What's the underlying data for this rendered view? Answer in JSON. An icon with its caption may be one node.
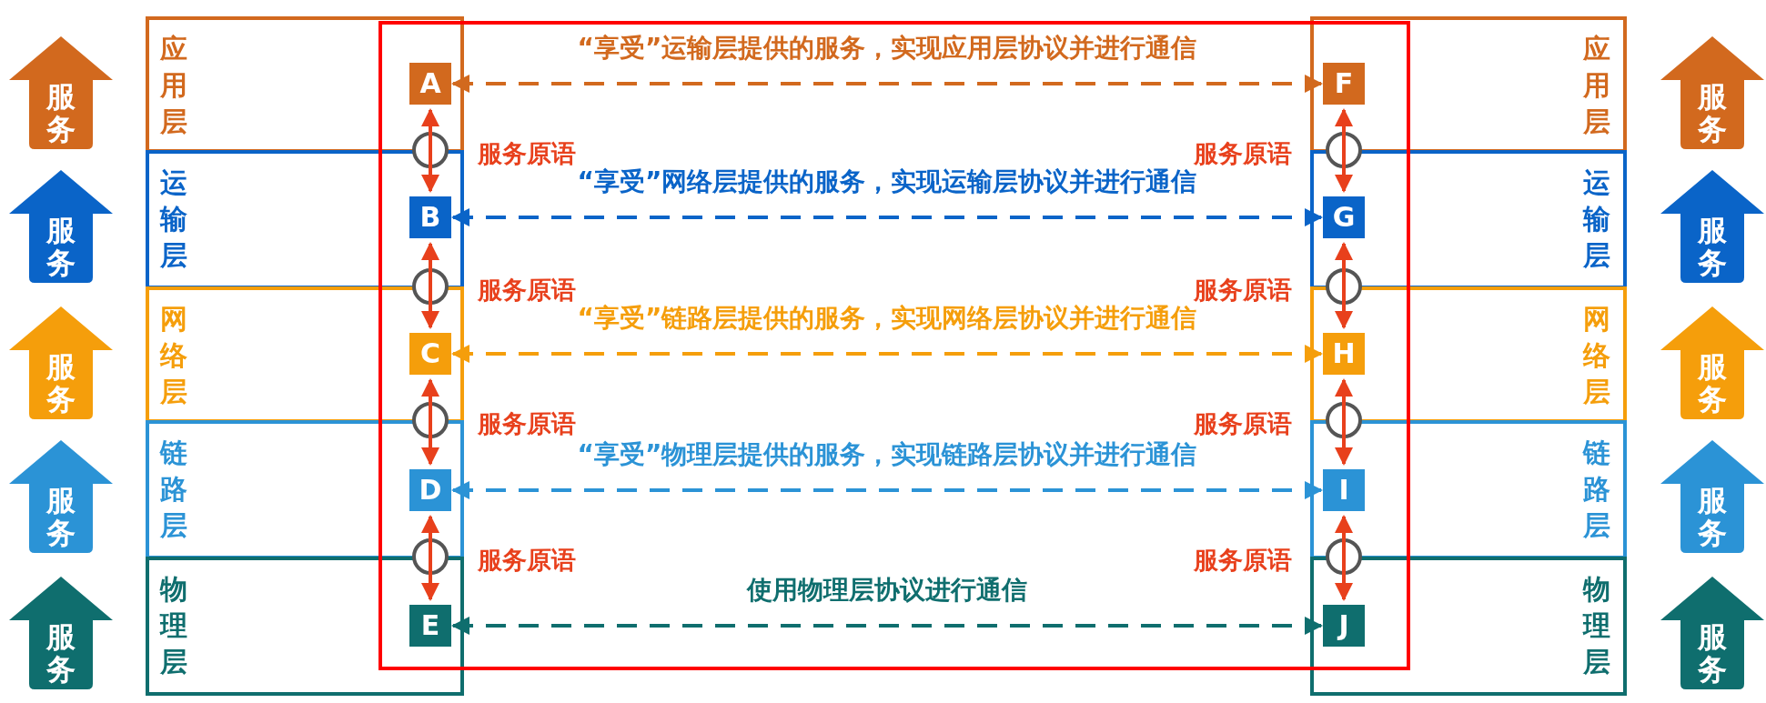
{
  "diagram": {
    "nodes": [
      {
        "text": [
          "服务"
        ]
      },
      {
        "text": [
          "应用层"
        ]
      },
      {
        "text": [
          "A"
        ],
        "in": 1
      },
      {
        "text": [
          "应用层"
        ]
      },
      {
        "text": [
          "F"
        ],
        "in": 3
      },
      {
        "text": [
          "服务"
        ]
      },
      {
        "text": [
          "服务"
        ]
      },
      {
        "text": [
          "运输层"
        ]
      },
      {
        "text": [
          "B"
        ],
        "in": 7
      },
      {
        "text": [
          "运输层"
        ]
      },
      {
        "text": [
          "G"
        ],
        "in": 9
      },
      {
        "text": [
          "服务"
        ]
      },
      {
        "text": [
          "服务"
        ]
      },
      {
        "text": [
          "网络层"
        ]
      },
      {
        "text": [
          "C"
        ],
        "in": 13
      },
      {
        "text": [
          "网络层"
        ]
      },
      {
        "text": [
          "H"
        ],
        "in": 15
      },
      {
        "text": [
          "服务"
        ]
      },
      {
        "text": [
          "服务"
        ]
      },
      {
        "text": [
          "链路层"
        ]
      },
      {
        "text": [
          "D"
        ],
        "in": 19
      },
      {
        "text": [
          "链路层"
        ]
      },
      {
        "text": [
          "I"
        ],
        "in": 21
      },
      {
        "text": [
          "服务"
        ]
      },
      {
        "text": [
          "服务"
        ]
      },
      {
        "text": [
          "物理层"
        ]
      },
      {
        "text": [
          "E"
        ],
        "in": 25
      },
      {
        "text": [
          "物理层"
        ]
      },
      {
        "text": [
          "J"
        ],
        "in": 27
      },
      {
        "text": [
          "服务"
        ]
      }
    ],
    "edges": [
      {
        "from": 2,
        "to": 4,
        "arrow": "both",
        "style": "dashed",
        "color": "#d2691e",
        "label": "“享受”运输层提供的服务，实现应用层协议并进行通信"
      },
      {
        "from": 8,
        "to": 10,
        "arrow": "both",
        "style": "dashed",
        "color": "#0a64c8",
        "label": "“享受”网络层提供的服务，实现运输层协议并进行通信"
      },
      {
        "from": 14,
        "to": 16,
        "arrow": "both",
        "style": "dashed",
        "color": "#f59e0b",
        "label": "“享受”链路层提供的服务，实现网络层协议并进行通信"
      },
      {
        "from": 20,
        "to": 22,
        "arrow": "both",
        "style": "dashed",
        "color": "#2b93d6",
        "label": "“享受”物理层提供的服务，实现链路层协议并进行通信"
      },
      {
        "from": 26,
        "to": 28,
        "arrow": "both",
        "style": "dashed",
        "color": "#0f6e6e",
        "label": "使用物理层协议进行通信"
      },
      {
        "from": 2,
        "to": 8,
        "arrow": "both"
      },
      {
        "from": 8,
        "to": 14,
        "arrow": "both"
      },
      {
        "from": 14,
        "to": 20,
        "arrow": "both"
      },
      {
        "from": 20,
        "to": 26,
        "arrow": "both"
      },
      {
        "from": 4,
        "to": 10,
        "arrow": "both"
      },
      {
        "from": 10,
        "to": 16,
        "arrow": "both"
      },
      {
        "from": 16,
        "to": 22,
        "arrow": "both"
      },
      {
        "from": 22,
        "to": 28,
        "arrow": "both"
      }
    ],
    "labels": [
      "服务原语",
      "服务原语",
      "服务原语",
      "服务原语",
      "服务原语",
      "服务原语",
      "服务原语",
      "服务原语"
    ]
  }
}
